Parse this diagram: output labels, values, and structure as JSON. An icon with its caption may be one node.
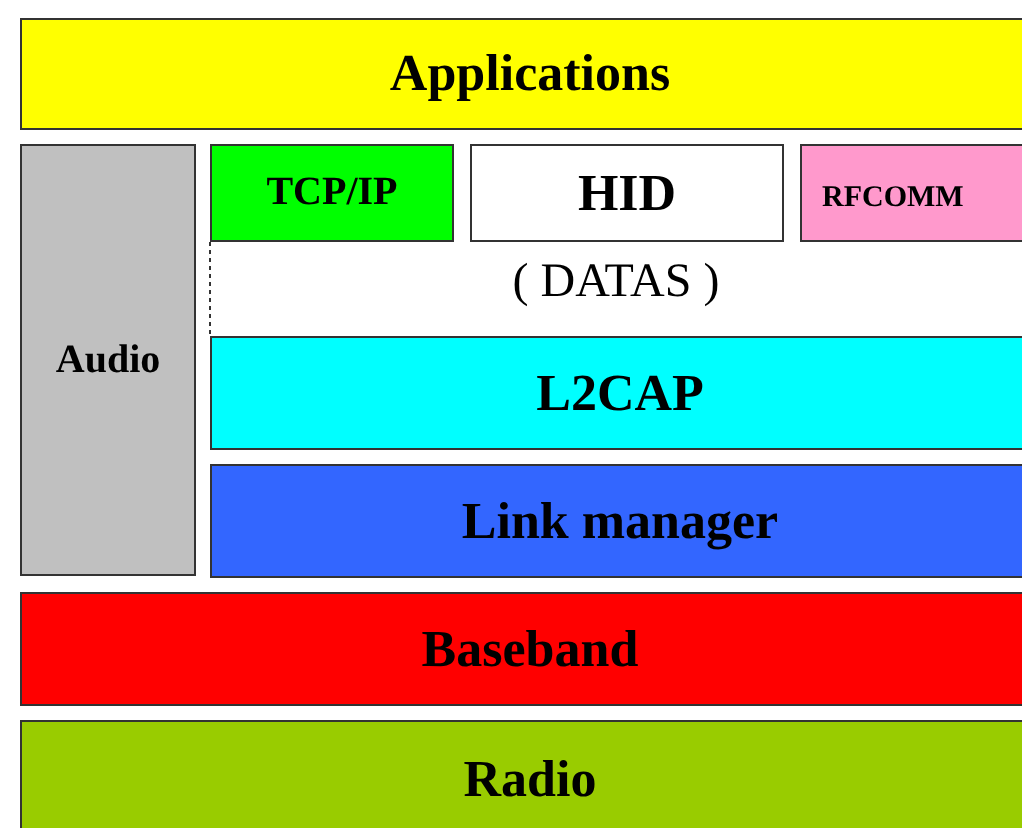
{
  "diagram": {
    "nodes": [
      {
        "text": [
          "Applications"
        ]
      },
      {
        "text": [
          "Audio"
        ]
      },
      {
        "text": [
          "TCP/IP"
        ]
      },
      {
        "text": [
          "HID"
        ]
      },
      {
        "text": [
          "RFCOMM"
        ]
      },
      {
        "text": [
          "L2CAP"
        ]
      },
      {
        "text": [
          "Link manager"
        ]
      },
      {
        "text": [
          "Baseband"
        ]
      },
      {
        "text": [
          "Radio"
        ]
      }
    ],
    "labels": [
      "( DATAS )"
    ]
  }
}
